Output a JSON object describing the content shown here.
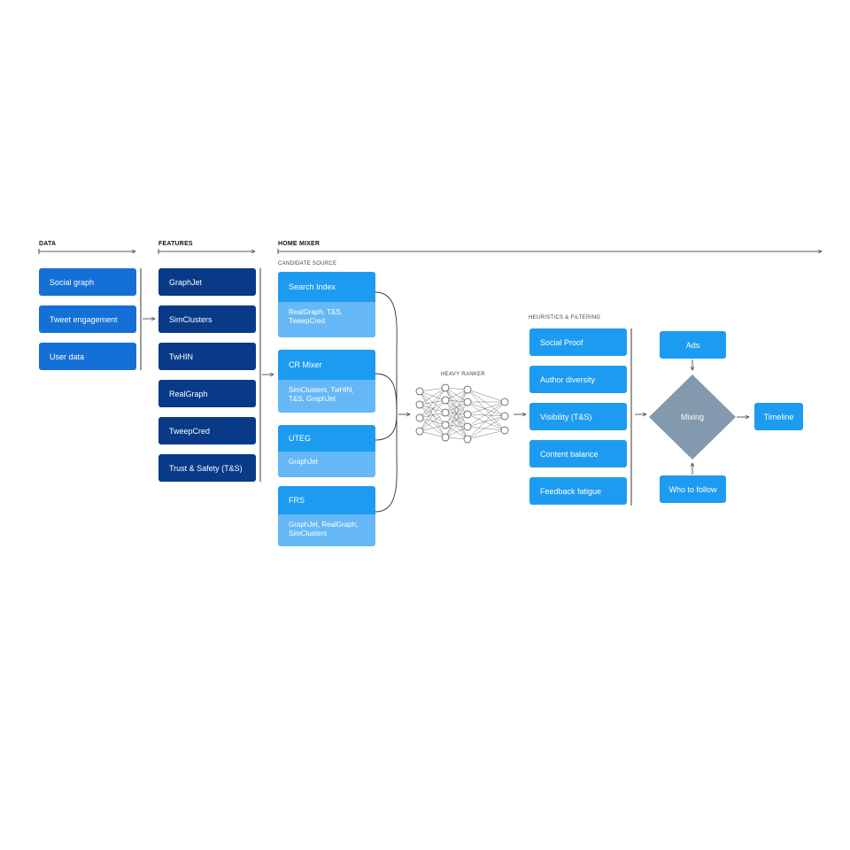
{
  "sections": {
    "data": "DATA",
    "features": "FEATURES",
    "home_mixer": "HOME MIXER",
    "candidate_source": "CANDIDATE SOURCE",
    "heavy_ranker": "HEAVY RANKER",
    "heuristics": "HEURISTICS & FILTERING"
  },
  "data_items": [
    "Social graph",
    "Tweet engagement",
    "User data"
  ],
  "feature_items": [
    "GraphJet",
    "SimClusters",
    "TwHIN",
    "RealGraph",
    "TweepCred",
    "Trust & Safety (T&S)"
  ],
  "candidate_sources": [
    {
      "title": "Search Index",
      "detail": "RealGraph, T&S, TweepCred"
    },
    {
      "title": "CR Mixer",
      "detail": "SimClusters, TwHIN, T&S, GraphJet"
    },
    {
      "title": "UTEG",
      "detail": "GraphJet"
    },
    {
      "title": "FRS",
      "detail": "GraphJet, RealGraph, SimClusters"
    }
  ],
  "heuristics_items": [
    "Social Proof",
    "Author diversity",
    "Visibility (T&S)",
    "Content balance",
    "Feedback fatigue"
  ],
  "ads": "Ads",
  "mixing": "Mixing",
  "who_to_follow": "Who to follow",
  "timeline": "Timeline",
  "colors": {
    "data_box": "#1470d6",
    "feature_box": "#083a87",
    "candidate_title": "#1d9bf0",
    "candidate_detail": "#65b8f5",
    "mixing_diamond": "#8399ad"
  }
}
